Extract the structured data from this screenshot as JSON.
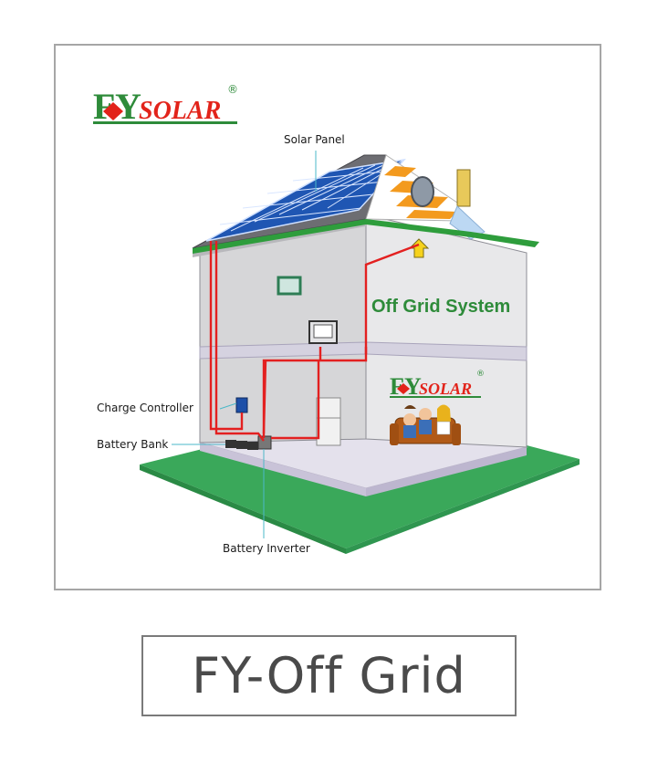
{
  "brand": {
    "logo_text": "FY SOLAR",
    "registered": "®"
  },
  "labels": {
    "solar_panel": "Solar Panel",
    "charge_controller": "Charge Controller",
    "battery_bank": "Battery Bank",
    "battery_inverter": "Battery Inverter"
  },
  "system_title": "Off Grid System",
  "caption": "FY-Off Grid",
  "colors": {
    "logo_green": "#2e8b3a",
    "logo_red": "#e2231a",
    "wire_red": "#e32020",
    "ground_green": "#3aa85a",
    "roof_stripe_orange": "#f39a1e",
    "panel_blue": "#1f56b3"
  }
}
